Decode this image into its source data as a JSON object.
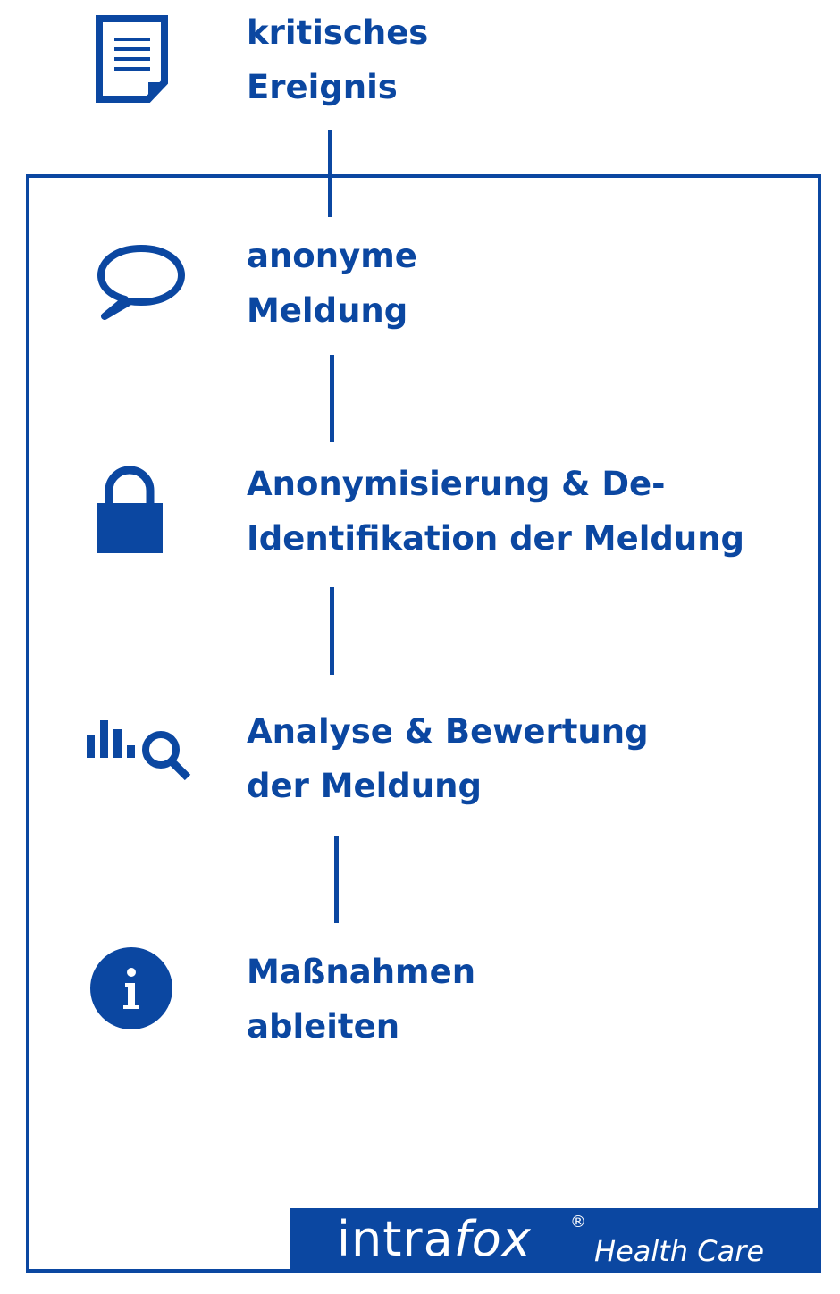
{
  "colors": {
    "brand_blue": "#0b47a1",
    "background": "#ffffff"
  },
  "steps": [
    {
      "icon": "document-icon",
      "line1": "kritisches",
      "line2": "Ereignis"
    },
    {
      "icon": "speech-bubble-icon",
      "line1": "anonyme",
      "line2": "Meldung"
    },
    {
      "icon": "lock-icon",
      "line1": "Anonymisierung & De-",
      "line2": "Identifikation der Meldung"
    },
    {
      "icon": "analytics-search-icon",
      "line1": "Analyse & Bewertung",
      "line2": "der Meldung"
    },
    {
      "icon": "info-icon",
      "line1": "Maßnahmen",
      "line2": "ableiten"
    }
  ],
  "logo": {
    "brand_regular": "intra",
    "brand_italic": "fox",
    "registered": "®",
    "subtitle": "Health Care"
  }
}
